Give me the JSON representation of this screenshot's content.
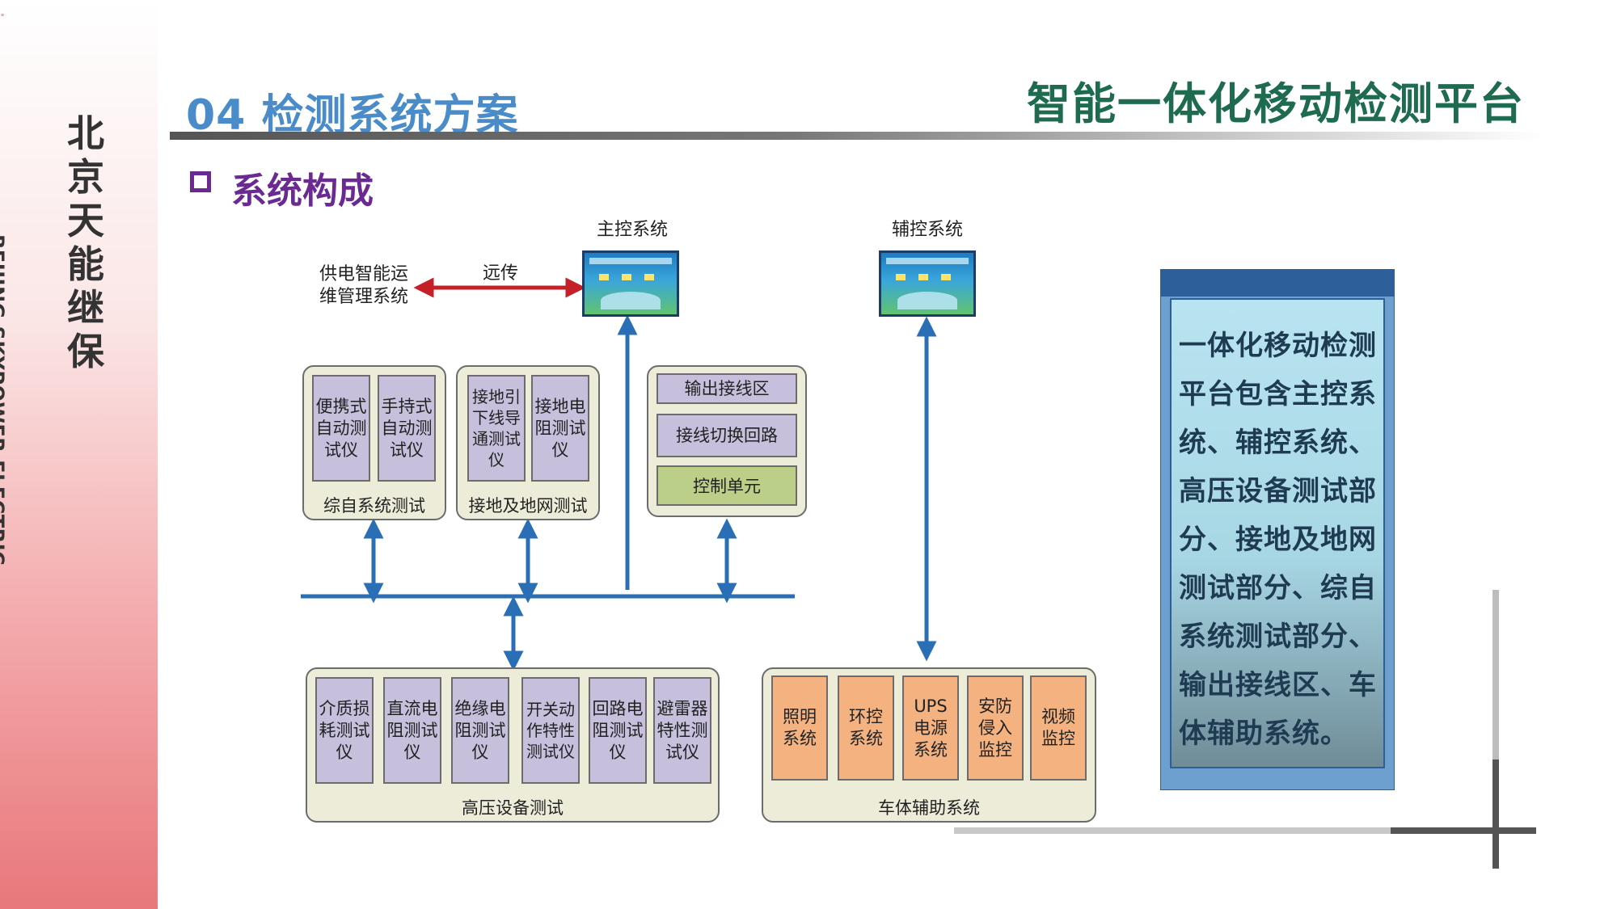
{
  "header": {
    "section": "04 检测系统方案",
    "title": "智能一体化移动检测平台",
    "subtitle": "系统构成"
  },
  "brand": {
    "name_cn": "北京天能继保",
    "name_en": "BEIJING SKYPOWER ELECTRIC",
    "logo_color": "#d3282e"
  },
  "diagram": {
    "main_control": "主控系统",
    "aux_control": "辅控系统",
    "power_mgmt": "供电智能运维管理系统",
    "remote": "远传",
    "groups": {
      "integrated": {
        "label": "综自系统测试",
        "items": [
          "便携式自动测试仪",
          "手持式自动测试仪"
        ]
      },
      "grounding": {
        "label": "接地及地网测试",
        "items": [
          "接地引下线导通测试仪",
          "接地电阻测试仪"
        ]
      },
      "wiring": {
        "items": [
          "输出接线区",
          "接线切换回路",
          "控制单元"
        ]
      },
      "hv": {
        "label": "高压设备测试",
        "items": [
          "介质损耗测试仪",
          "直流电阻测试仪",
          "绝缘电阻测试仪",
          "开关动作特性测试仪",
          "回路电阻测试仪",
          "避雷器特性测试仪"
        ]
      },
      "vehicle": {
        "label": "车体辅助系统",
        "items": [
          "照明系统",
          "环控系统",
          "UPS电源系统",
          "安防侵入监控",
          "视频监控"
        ]
      }
    },
    "colors": {
      "bus": "#2a6fb6",
      "remote_arrow": "#c42027",
      "purple_box": "#c6c0dd",
      "orange_box": "#f3b280",
      "green_box": "#bccf88"
    }
  },
  "info_box": {
    "text": "一体化移动检测平台包含主控系统、辅控系统、高压设备测试部分、接地及地网测试部分、综自系统测试部分、输出接线区、车体辅助系统。"
  }
}
